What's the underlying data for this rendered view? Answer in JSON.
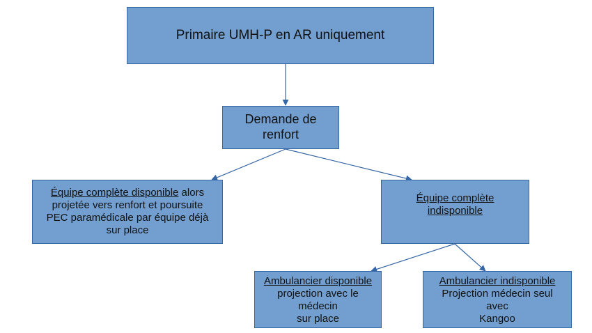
{
  "diagram": {
    "type": "flowchart",
    "colors": {
      "node_fill": "#729fcf",
      "node_border": "#3465a4",
      "connector": "#3465a4",
      "text": "#111111"
    },
    "nodes": {
      "top": {
        "lines": [
          {
            "text": "Primaire UMH-P en AR uniquement"
          }
        ]
      },
      "demande": {
        "lines": [
          {
            "text": "Demande de"
          },
          {
            "text": "renfort"
          }
        ]
      },
      "left": {
        "lines": [
          {
            "underlined": "Équipe complète disponible",
            "text": " alors"
          },
          {
            "text": "projetée vers renfort et poursuite"
          },
          {
            "text": "PEC paramédicale par équipe déjà"
          },
          {
            "text": "sur place"
          }
        ]
      },
      "right": {
        "lines": [
          {
            "underlined": "Équipe complète"
          },
          {
            "underlined": "indisponible"
          }
        ]
      },
      "amb_dispo": {
        "lines": [
          {
            "underlined": "Ambulancier disponible"
          },
          {
            "text": "projection avec le"
          },
          {
            "text": "médecin"
          },
          {
            "text": "sur place"
          }
        ]
      },
      "amb_indispo": {
        "lines": [
          {
            "underlined": "Ambulancier indisponible"
          },
          {
            "text": "Projection médecin seul"
          },
          {
            "text": "avec"
          },
          {
            "text": "Kangoo"
          }
        ]
      }
    },
    "edges": [
      {
        "from": "top",
        "to": "demande"
      },
      {
        "from": "demande",
        "to": "left"
      },
      {
        "from": "demande",
        "to": "right"
      },
      {
        "from": "right",
        "to": "amb_dispo"
      },
      {
        "from": "right",
        "to": "amb_indispo"
      }
    ]
  }
}
